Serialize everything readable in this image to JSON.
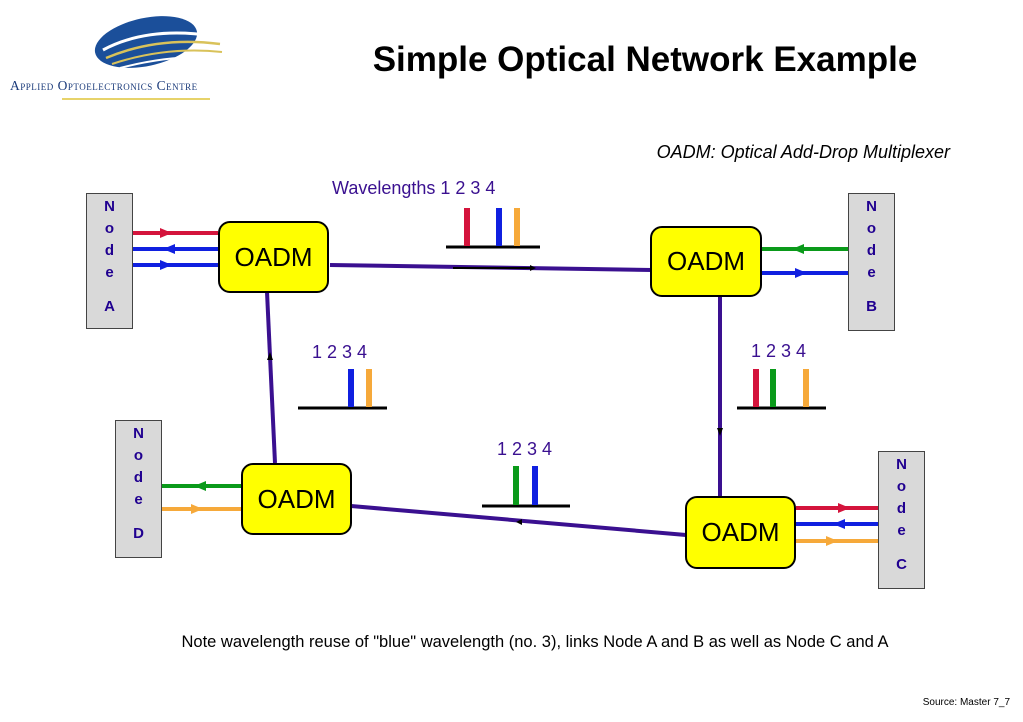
{
  "header": {
    "logo_text": "Applied Optoelectronics Centre",
    "title": "Simple Optical Network Example",
    "subtitle": "OADM: Optical Add-Drop Multiplexer"
  },
  "nodes": [
    {
      "letters": [
        "N",
        "o",
        "d",
        "e"
      ],
      "label": "A"
    },
    {
      "letters": [
        "N",
        "o",
        "d",
        "e"
      ],
      "label": "B"
    },
    {
      "letters": [
        "N",
        "o",
        "d",
        "e"
      ],
      "label": "C"
    },
    {
      "letters": [
        "N",
        "o",
        "d",
        "e"
      ],
      "label": "D"
    }
  ],
  "oadms": [
    {
      "label": "OADM"
    },
    {
      "label": "OADM"
    },
    {
      "label": "OADM"
    },
    {
      "label": "OADM"
    }
  ],
  "wavelength_labels": {
    "top": "Wavelengths 1 2 3 4",
    "left": "1 2 3 4",
    "right": "1 2 3 4",
    "bottom": "1 2 3 4"
  },
  "colors": {
    "red": "#d4143c",
    "green": "#0a9a1a",
    "blue": "#1020e0",
    "orange": "#f6a93a",
    "link": "#3a1090",
    "oadm_fill": "#ffff00",
    "node_fill": "#d9d9d9"
  },
  "note": "Note wavelength reuse of \"blue\" wavelength (no. 3), links Node A and B as well as Node C and A",
  "source": "Source: Master  7_7"
}
